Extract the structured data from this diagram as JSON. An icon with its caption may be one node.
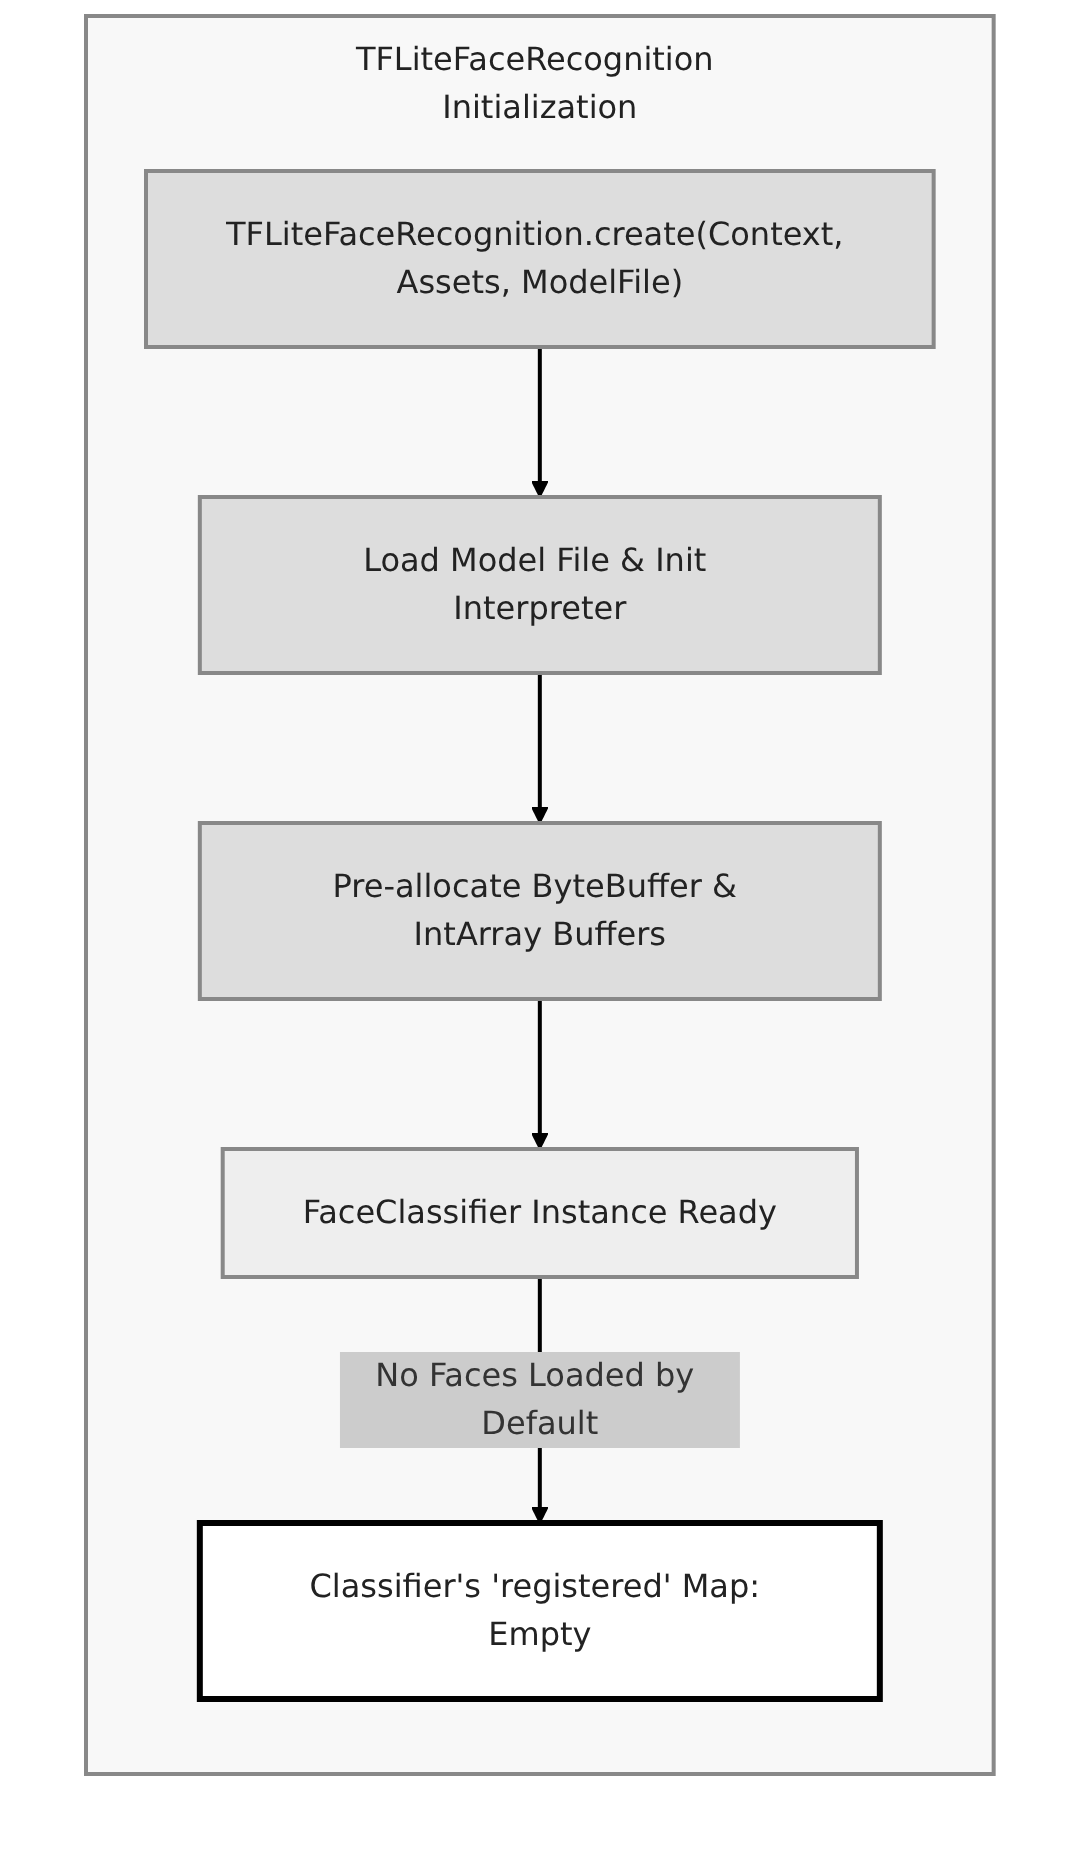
{
  "diagram": {
    "nodes": [
      {
        "text": [
          "TFLiteFaceRecognition Initialization"
        ]
      },
      {
        "text": [
          "TFLiteFaceRecognition.create(Context, Assets, ModelFile)"
        ],
        "in": 0
      },
      {
        "text": [
          "Load Model File & Init Interpreter"
        ],
        "in": 0
      },
      {
        "text": [
          "Pre-allocate ByteBuffer & IntArray Buffers"
        ],
        "in": 0
      },
      {
        "text": [
          "FaceClassifier Instance Ready"
        ],
        "in": 0
      },
      {
        "text": [
          "Classifier's 'registered' Map: Empty"
        ],
        "in": 0
      }
    ],
    "edges": [
      {
        "from": 1,
        "to": 2,
        "arrow": "to"
      },
      {
        "from": 2,
        "to": 3,
        "arrow": "to"
      },
      {
        "from": 3,
        "to": 4,
        "arrow": "to"
      },
      {
        "from": 4,
        "to": 5,
        "arrow": "to",
        "label": "No Faces Loaded by Default"
      }
    ]
  }
}
